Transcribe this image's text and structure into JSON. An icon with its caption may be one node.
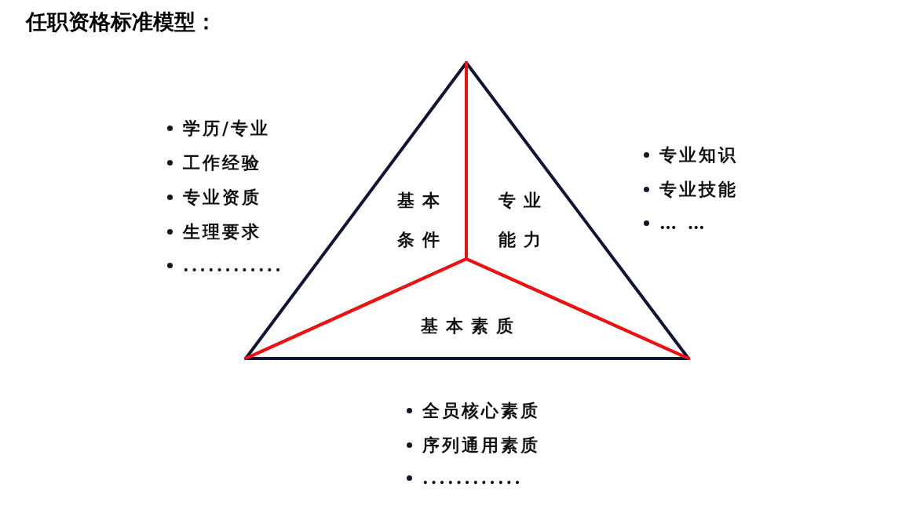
{
  "diagram": {
    "title": "任职资格标准模型：",
    "nodes": [
      {
        "text": [
          "基本条件"
        ]
      },
      {
        "text": [
          "专业能力"
        ]
      },
      {
        "text": [
          "基本素质"
        ]
      }
    ],
    "edges": [],
    "labels": [
      "学历/专业",
      "工作经验",
      "专业资质",
      "生理要求",
      "............",
      "专业知识",
      "专业技能",
      "… …",
      "全员核心素质",
      "序列通用素质",
      "............"
    ]
  }
}
